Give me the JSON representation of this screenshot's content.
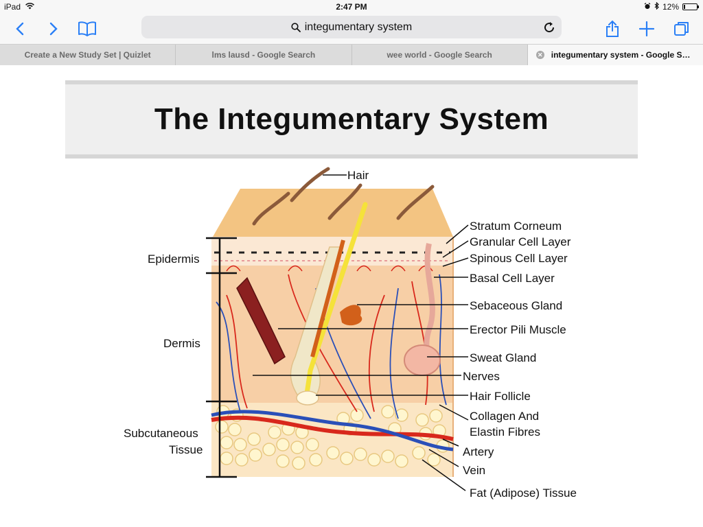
{
  "status": {
    "device": "iPad",
    "time": "2:47 PM",
    "battery": "12%",
    "battery_level": 0.12
  },
  "toolbar": {
    "search_text": "integumentary system"
  },
  "tabs": [
    {
      "label": "Create a New Study Set | Quizlet"
    },
    {
      "label": "lms lausd - Google Search"
    },
    {
      "label": "wee world - Google Search"
    },
    {
      "label": "integumentary system - Google Sea..."
    }
  ],
  "diagram": {
    "title": "The Integumentary System",
    "left_labels": {
      "epidermis": "Epidermis",
      "dermis": "Dermis",
      "subcutaneous_1": "Subcutaneous",
      "subcutaneous_2": "Tissue"
    },
    "top_label": "Hair",
    "right_labels": {
      "stratum_corneum": "Stratum Corneum",
      "granular": "Granular Cell Layer",
      "spinous": "Spinous Cell Layer",
      "basal": "Basal Cell Layer",
      "sebaceous": "Sebaceous Gland",
      "erector": "Erector Pili Muscle",
      "sweat": "Sweat Gland",
      "nerves": "Nerves",
      "follicle": "Hair Follicle",
      "collagen_1": "Collagen And",
      "collagen_2": "Elastin Fibres",
      "artery": "Artery",
      "vein": "Vein",
      "fat": "Fat (Adipose) Tissue"
    }
  }
}
